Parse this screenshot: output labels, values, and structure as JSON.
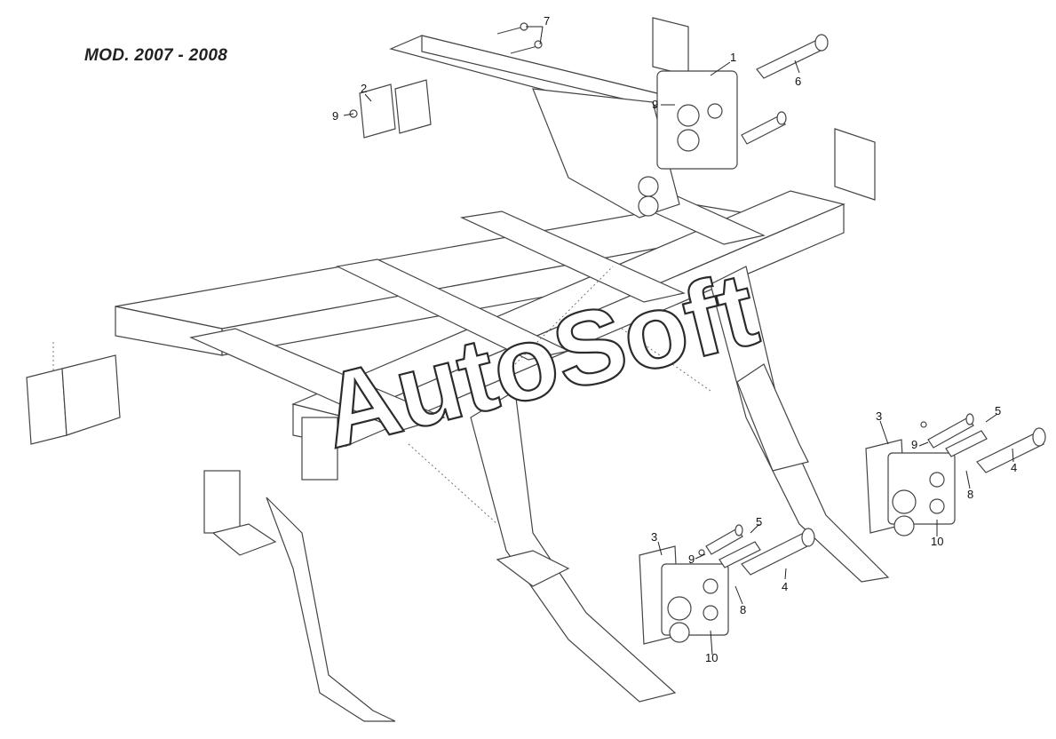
{
  "header": {
    "model_label": "MOD. 2007 - 2008"
  },
  "watermark": {
    "text": "AutoSoft"
  },
  "callouts": [
    {
      "id": "c1",
      "label": "1"
    },
    {
      "id": "c2",
      "label": "2"
    },
    {
      "id": "c3a",
      "label": "3"
    },
    {
      "id": "c3b",
      "label": "3"
    },
    {
      "id": "c4a",
      "label": "4"
    },
    {
      "id": "c4b",
      "label": "4"
    },
    {
      "id": "c5a",
      "label": "5"
    },
    {
      "id": "c5b",
      "label": "5"
    },
    {
      "id": "c6",
      "label": "6"
    },
    {
      "id": "c7",
      "label": "7"
    },
    {
      "id": "c8a",
      "label": "8"
    },
    {
      "id": "c8b",
      "label": "8"
    },
    {
      "id": "c9a",
      "label": "9"
    },
    {
      "id": "c9b",
      "label": "9"
    },
    {
      "id": "c9c",
      "label": "9"
    },
    {
      "id": "c9d",
      "label": "9"
    },
    {
      "id": "c10a",
      "label": "10"
    },
    {
      "id": "c10b",
      "label": "10"
    }
  ]
}
